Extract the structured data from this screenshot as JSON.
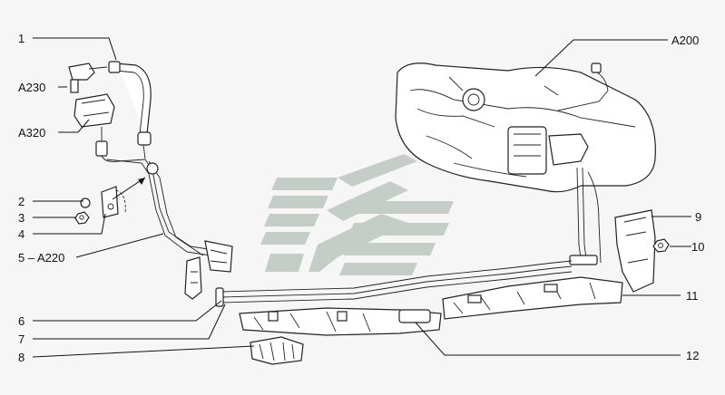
{
  "diagram": {
    "callouts": [
      {
        "id": "1",
        "label": "1"
      },
      {
        "id": "A230",
        "label": "A230"
      },
      {
        "id": "A320",
        "label": "A320"
      },
      {
        "id": "2",
        "label": "2"
      },
      {
        "id": "3",
        "label": "3"
      },
      {
        "id": "4",
        "label": "4"
      },
      {
        "id": "5",
        "label": "5 – A220"
      },
      {
        "id": "6",
        "label": "6"
      },
      {
        "id": "7",
        "label": "7"
      },
      {
        "id": "8",
        "label": "8"
      },
      {
        "id": "A200",
        "label": "A200"
      },
      {
        "id": "9",
        "label": "9"
      },
      {
        "id": "10",
        "label": "10"
      },
      {
        "id": "11",
        "label": "11"
      },
      {
        "id": "12",
        "label": "12"
      }
    ],
    "watermark_color": "#b9c3bd",
    "line_color": "#222222"
  }
}
